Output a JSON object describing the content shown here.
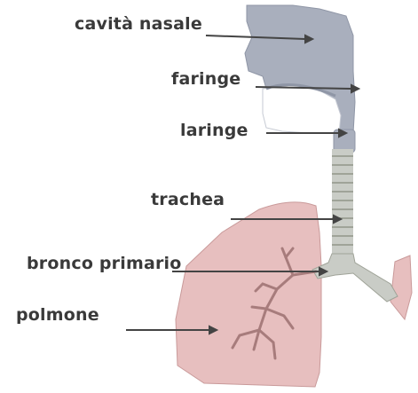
{
  "labels": {
    "nasal": "cavità nasale",
    "pharynx": "faringe",
    "larynx": "laringe",
    "trachea": "trachea",
    "bronchus": "bronco primario",
    "lung": "polmone"
  }
}
